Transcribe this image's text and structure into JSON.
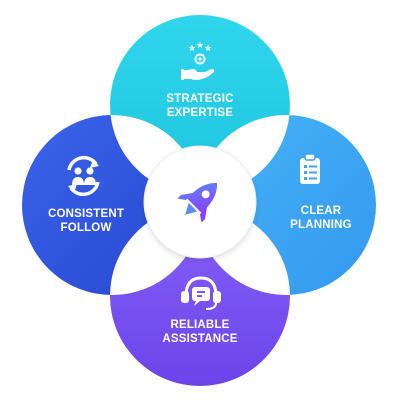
{
  "diagram": {
    "petals": [
      {
        "key": "top",
        "line1": "STRATEGIC",
        "line2": "EXPERTISE",
        "icon": "expertise-hand-stars-icon",
        "color": "#26cde6"
      },
      {
        "key": "right",
        "line1": "CLEAR",
        "line2": "PLANNING",
        "icon": "clipboard-checklist-icon",
        "color": "#3fa9f5"
      },
      {
        "key": "bottom",
        "line1": "RELIABLE",
        "line2": "ASSISTANCE",
        "icon": "headset-support-icon",
        "color": "#7a55f2"
      },
      {
        "key": "left",
        "line1": "CONSISTENT",
        "line2": "FOLLOW",
        "icon": "people-cycle-icon",
        "color": "#2f58e0"
      }
    ],
    "center": {
      "icon": "rocket-icon",
      "color": "#7c4dff"
    },
    "overlap_color": "#ffffff"
  }
}
